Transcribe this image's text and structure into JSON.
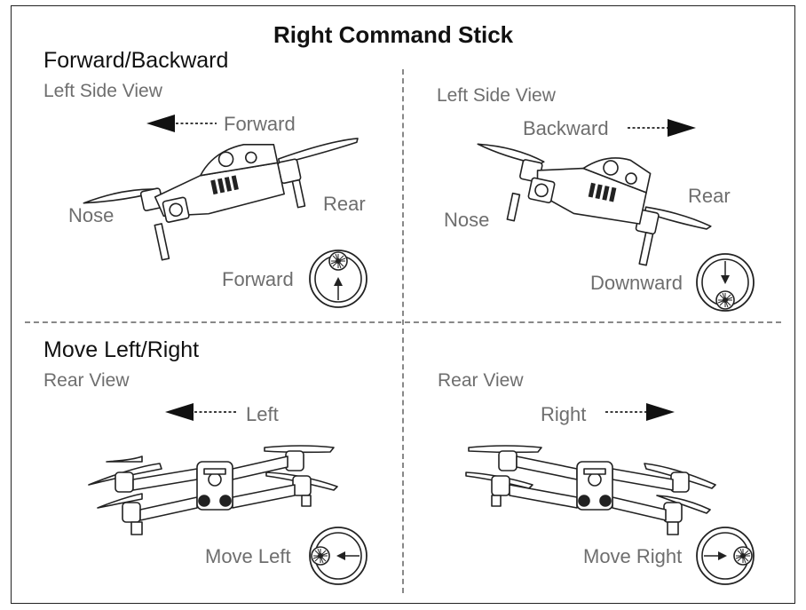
{
  "title": "Right Command Stick",
  "panels": {
    "top_left": {
      "heading": "Forward/Backward",
      "view": "Left Side View",
      "direction": "Forward",
      "nose": "Nose",
      "rear": "Rear",
      "stick": "Forward"
    },
    "top_right": {
      "view": "Left Side View",
      "direction": "Backward",
      "nose": "Nose",
      "rear": "Rear",
      "stick": "Downward"
    },
    "bottom_left": {
      "heading": "Move Left/Right",
      "view": "Rear View",
      "direction": "Left",
      "stick": "Move Left"
    },
    "bottom_right": {
      "view": "Rear View",
      "direction": "Right",
      "stick": "Move Right"
    }
  },
  "icons": [
    "arrow-left-icon",
    "arrow-right-icon",
    "drone-side-icon",
    "drone-rear-icon",
    "command-stick-icon"
  ]
}
